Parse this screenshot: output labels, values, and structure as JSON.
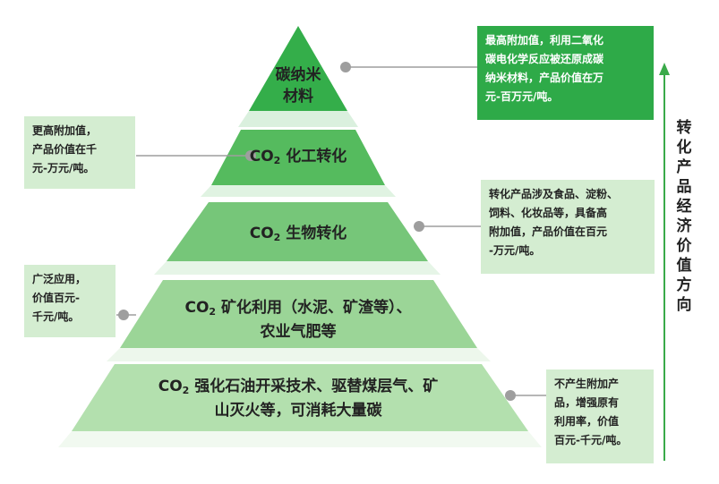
{
  "tiers": [
    {
      "lines": [
        "碳纳米",
        "材料"
      ]
    },
    {
      "lines": [
        {
          "prefix": "CO",
          "sub": "2",
          "rest": " 化工转化"
        }
      ]
    },
    {
      "lines": [
        {
          "prefix": "CO",
          "sub": "2",
          "rest": " 生物转化"
        }
      ]
    },
    {
      "lines": [
        {
          "prefix": "CO",
          "sub": "2",
          "rest": " 矿化利用（水泥、矿渣等）、"
        },
        "农业气肥等"
      ]
    },
    {
      "lines": [
        {
          "prefix": "CO",
          "sub": "2",
          "rest": " 强化石油开采技术、驱替煤层气、矿"
        },
        "山灭火等，可消耗大量碳"
      ]
    }
  ],
  "notes": [
    {
      "lines": [
        "最高附加值，利用二氧化",
        "碳电化学反应被还原成碳",
        "纳米材料，产品价值在万",
        "元-百万元/吨。"
      ]
    },
    {
      "lines": [
        "更高附加值，",
        "产品价值在千",
        "元-万元/吨。"
      ]
    },
    {
      "lines": [
        "转化产品涉及食品、淀粉、",
        "饲料、化妆品等，具备高",
        "附加值，产品价值在百元",
        "-万元/吨。"
      ]
    },
    {
      "lines": [
        "广泛应用，",
        "价值百元-",
        "千元/吨。"
      ]
    },
    {
      "lines": [
        "不产生附加产",
        "品，增强原有",
        "利用率，价值",
        "百元-千元/吨。"
      ]
    }
  ],
  "side_title": "转化产品经济价值方向",
  "colors": {
    "tier1": "#34ae4a",
    "tier2": "#55bb5e",
    "tier3": "#76c679",
    "tier4": "#9bd597",
    "tier5": "#b3e0ae",
    "dark_box": "#2eaa48",
    "light_box": "#d4edd1",
    "connector": "#9e9e9e",
    "arrow": "#3aaa4a"
  }
}
